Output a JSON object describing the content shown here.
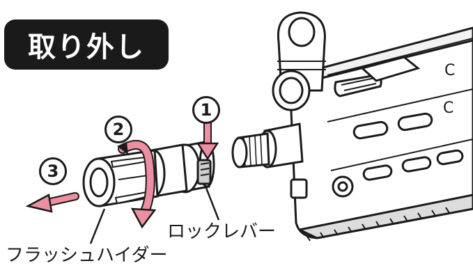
{
  "title": "取り外し",
  "steps": [
    "1",
    "2",
    "3"
  ],
  "labels": {
    "lock_lever": "ロックレバー",
    "flash_hider": "フラッシュハイダー"
  },
  "colors": {
    "arrow": "#ec8fa0",
    "ink": "#1a1a1a",
    "background": "#ffffff"
  }
}
